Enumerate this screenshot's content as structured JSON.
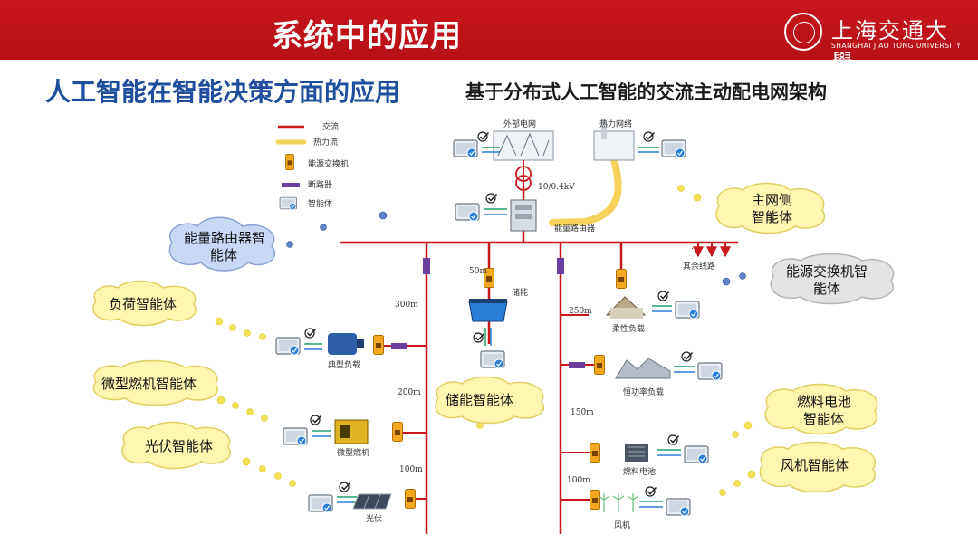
{
  "header": {
    "title": "系统中的应用",
    "logo_cn": "上海交通大學",
    "logo_en": "SHANGHAI JIAO TONG UNIVERSITY"
  },
  "heading": "人工智能在智能决策方面的应用",
  "subheading": "基于分布式人工智能的交流主动配电网架构",
  "legend": {
    "ac": "交流",
    "heat": "热力流",
    "converter": "能源交换机",
    "breaker": "断路器",
    "agent": "智能体"
  },
  "nodes": {
    "external_grid": "外部电网",
    "heat_network": "热力网络",
    "transformer": "10/0.4kV",
    "energy_router": "能量路由器",
    "other_lines": "其余线路",
    "storage": "储能",
    "typical_load": "典型负载",
    "flexible_load": "柔性负载",
    "constant_power_load": "恒功率负载",
    "micro_turbine": "微型燃机",
    "fuel_cell": "燃料电池",
    "pv": "光伏",
    "wind": "风机"
  },
  "distances": {
    "d300": "300m",
    "d200": "200m",
    "d100a": "100m",
    "d50": "50m",
    "d250": "250m",
    "d150": "150m",
    "d100b": "100m"
  },
  "clouds": {
    "router_agent_l1": "能量路由器智",
    "router_agent_l2": "能体",
    "load_agent": "负荷智能体",
    "turbine_agent": "微型燃机智能体",
    "pv_agent": "光伏智能体",
    "storage_agent": "储能智能体",
    "main_grid_l1": "主网侧",
    "main_grid_l2": "智能体",
    "converter_agent_l1": "能源交换机智",
    "converter_agent_l2": "能体",
    "fuel_cell_agent_l1": "燃料电池",
    "fuel_cell_agent_l2": "智能体",
    "wind_agent": "风机智能体"
  },
  "colors": {
    "brand_red": "#c8161d",
    "ac_line": "#c8161d",
    "heat_flow": "#f5d35a",
    "converter": "#f0a020",
    "breaker": "#6a3fa0",
    "agent_blue": "#1f4e9e",
    "arrow_green": "#22a06b",
    "cloud_blue": "#c9d8f5",
    "cloud_yellow": "#fff6b0",
    "cloud_gray": "#e3e3e3"
  }
}
